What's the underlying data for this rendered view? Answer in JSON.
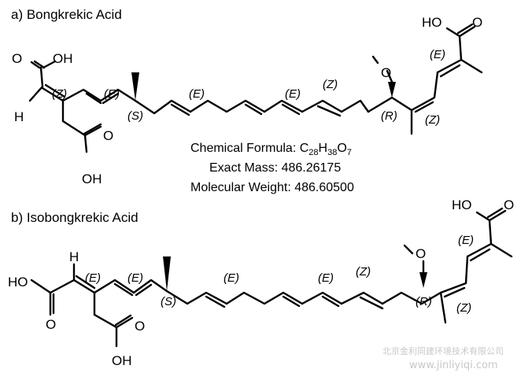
{
  "panel_a": {
    "title": "a) Bongkrekic Acid",
    "atoms": {
      "o": "O",
      "oh": "OH",
      "ho": "HO",
      "h": "H"
    },
    "stereo": {
      "z": "(Z)",
      "e": "(E)",
      "s": "(S)",
      "r": "(R)"
    },
    "info": {
      "formula_label": "Chemical Formula: ",
      "formula_c": "C",
      "formula_c_sub": "28",
      "formula_h": "H",
      "formula_h_sub": "38",
      "formula_o": "O",
      "formula_o_sub": "7",
      "exact_mass": "Exact Mass: 486.26175",
      "mol_weight": "Molecular Weight: 486.60500"
    }
  },
  "panel_b": {
    "title": "b) Isobongkrekic Acid",
    "atoms": {
      "o": "O",
      "oh": "OH",
      "ho": "HO",
      "h": "H"
    },
    "stereo": {
      "z": "(Z)",
      "e": "(E)",
      "s": "(S)",
      "r": "(R)"
    }
  },
  "watermark": {
    "line1": "北京金利同建环境技术有限公司",
    "line2": "www.jinliyiqi.com"
  }
}
